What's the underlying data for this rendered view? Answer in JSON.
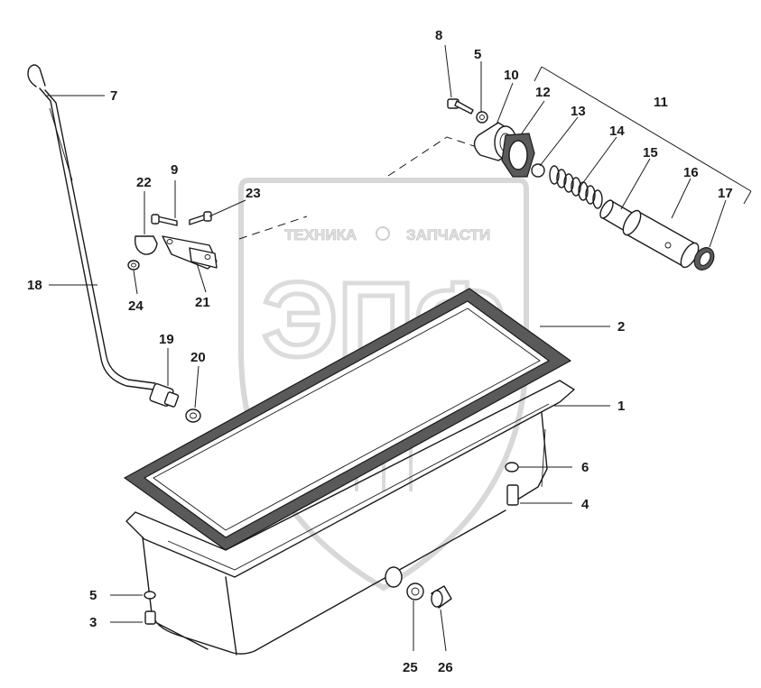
{
  "watermark": {
    "brand_text": "ТЕХНИКА",
    "brand_text_2": "ЗАПЧАСТИ",
    "logo_letters": "ЭПФ"
  },
  "callouts": {
    "c1": "1",
    "c2": "2",
    "c3": "3",
    "c4": "4",
    "c5a": "5",
    "c5b": "5",
    "c6": "6",
    "c7": "7",
    "c8": "8",
    "c9": "9",
    "c10": "10",
    "c11": "11",
    "c12": "12",
    "c13": "13",
    "c14": "14",
    "c15": "15",
    "c16": "16",
    "c17": "17",
    "c18": "18",
    "c19": "19",
    "c20": "20",
    "c21": "21",
    "c22": "22",
    "c23": "23",
    "c24": "24",
    "c25": "25",
    "c26": "26"
  }
}
